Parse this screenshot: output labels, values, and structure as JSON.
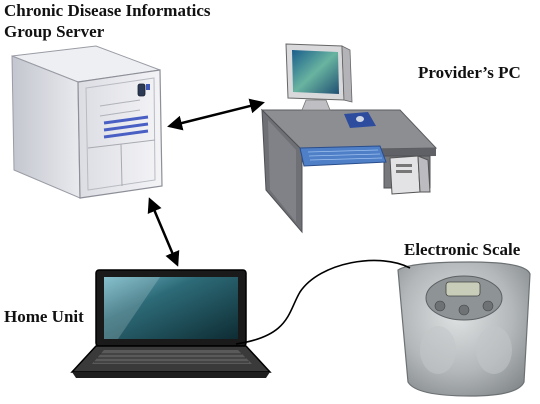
{
  "labels": {
    "server_line1": "Chronic Disease Informatics",
    "server_line2": "Group Server",
    "provider_pc": "Provider’s PC",
    "electronic_scale": "Electronic Scale",
    "home_unit": "Home Unit"
  },
  "colors": {
    "server_body": "#e6e7ec",
    "server_accent": "#4a5fc4",
    "desk_top": "#8a8c90",
    "desk_body": "#6f7176",
    "laptop_frame": "#111111",
    "laptop_screen": "#2d6b78",
    "scale_body": "#a9aeb0",
    "arrow": "#000000"
  }
}
